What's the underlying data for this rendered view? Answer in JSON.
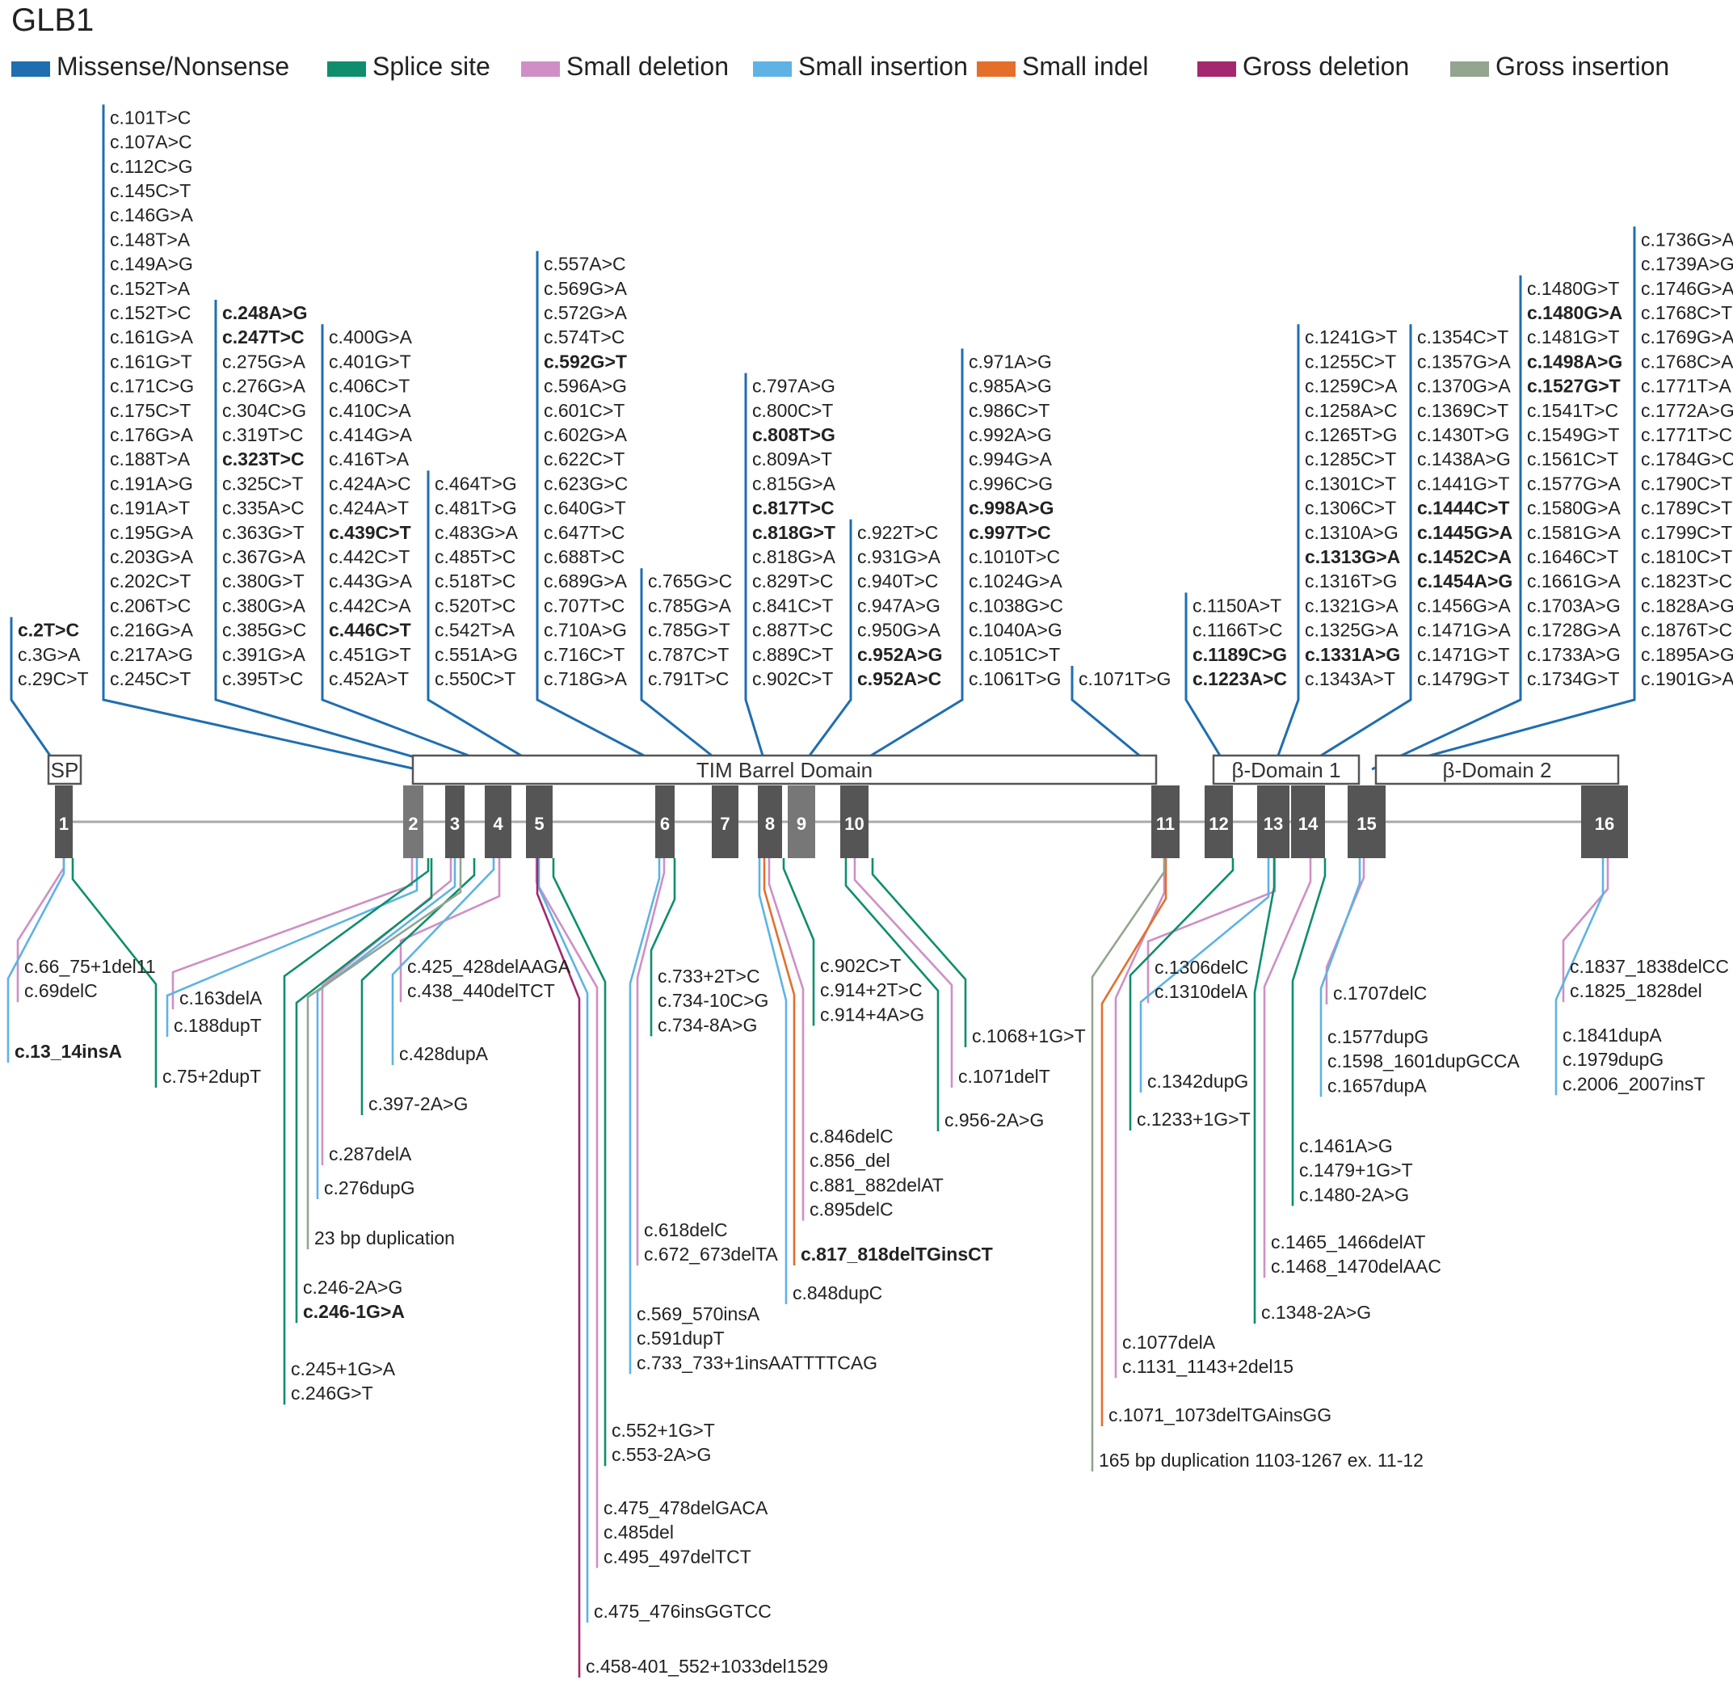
{
  "title": "GLB1",
  "colors": {
    "missense": "#1f6eb0",
    "splice": "#0e8e6c",
    "smalldel": "#cf8fc5",
    "smallins": "#5eb3e4",
    "smallindel": "#e36f2b",
    "grossdel": "#a3286f",
    "grossins": "#93a58f",
    "intron": "#aaaaaa",
    "exon": "#555555",
    "exonLight": "#777777",
    "domainStroke": "#555555"
  },
  "legend": [
    {
      "key": "missense",
      "label": "Missense/Nonsense"
    },
    {
      "key": "splice",
      "label": "Splice site"
    },
    {
      "key": "smalldel",
      "label": "Small deletion"
    },
    {
      "key": "smallins",
      "label": "Small insertion"
    },
    {
      "key": "smallindel",
      "label": "Small indel"
    },
    {
      "key": "grossdel",
      "label": "Gross deletion"
    },
    {
      "key": "grossins",
      "label": "Gross insertion"
    }
  ],
  "domains": [
    {
      "label": "SP"
    },
    {
      "label": "TIM Barrel Domain"
    },
    {
      "label": "β-Domain 1"
    },
    {
      "label": "β-Domain 2"
    }
  ],
  "exons": [
    "1",
    "2",
    "3",
    "4",
    "5",
    "6",
    "7",
    "8",
    "9",
    "10",
    "11",
    "12",
    "13",
    "14",
    "15",
    "16"
  ],
  "above_groups": [
    {
      "variants": [
        {
          "t": "c.2T>C",
          "b": true
        },
        {
          "t": "c.3G>A"
        },
        {
          "t": "c.29C>T"
        }
      ]
    },
    {
      "variants": [
        {
          "t": "c.101T>C"
        },
        {
          "t": "c.107A>C"
        },
        {
          "t": "c.112C>G"
        },
        {
          "t": "c.145C>T"
        },
        {
          "t": "c.146G>A"
        },
        {
          "t": "c.148T>A"
        },
        {
          "t": "c.149A>G"
        },
        {
          "t": "c.152T>A"
        },
        {
          "t": "c.152T>C"
        },
        {
          "t": "c.161G>A"
        },
        {
          "t": "c.161G>T"
        },
        {
          "t": "c.171C>G"
        },
        {
          "t": "c.175C>T"
        },
        {
          "t": "c.176G>A"
        },
        {
          "t": "c.188T>A"
        },
        {
          "t": "c.191A>G"
        },
        {
          "t": "c.191A>T"
        },
        {
          "t": "c.195G>A"
        },
        {
          "t": "c.203G>A"
        },
        {
          "t": "c.202C>T"
        },
        {
          "t": "c.206T>C"
        },
        {
          "t": "c.216G>A"
        },
        {
          "t": "c.217A>G"
        },
        {
          "t": "c.245C>T"
        }
      ]
    },
    {
      "variants": [
        {
          "t": "c.248A>G",
          "b": true
        },
        {
          "t": "c.247T>C",
          "b": true
        },
        {
          "t": "c.275G>A"
        },
        {
          "t": "c.276G>A"
        },
        {
          "t": "c.304C>G"
        },
        {
          "t": "c.319T>C"
        },
        {
          "t": "c.323T>C",
          "b": true
        },
        {
          "t": "c.325C>T"
        },
        {
          "t": "c.335A>C"
        },
        {
          "t": "c.363G>T"
        },
        {
          "t": "c.367G>A"
        },
        {
          "t": "c.380G>T"
        },
        {
          "t": "c.380G>A"
        },
        {
          "t": "c.385G>C"
        },
        {
          "t": "c.391G>A"
        },
        {
          "t": "c.395T>C"
        }
      ]
    },
    {
      "variants": [
        {
          "t": "c.400G>A"
        },
        {
          "t": "c.401G>T"
        },
        {
          "t": "c.406C>T"
        },
        {
          "t": "c.410C>A"
        },
        {
          "t": "c.414G>A"
        },
        {
          "t": "c.416T>A"
        },
        {
          "t": "c.424A>C"
        },
        {
          "t": "c.424A>T"
        },
        {
          "t": "c.439C>T",
          "b": true
        },
        {
          "t": "c.442C>T"
        },
        {
          "t": "c.443G>A"
        },
        {
          "t": "c.442C>A"
        },
        {
          "t": "c.446C>T",
          "b": true
        },
        {
          "t": "c.451G>T"
        },
        {
          "t": "c.452A>T"
        }
      ]
    },
    {
      "variants": [
        {
          "t": "c.464T>G"
        },
        {
          "t": "c.481T>G"
        },
        {
          "t": "c.483G>A"
        },
        {
          "t": "c.485T>C"
        },
        {
          "t": "c.518T>C"
        },
        {
          "t": "c.520T>C"
        },
        {
          "t": "c.542T>A"
        },
        {
          "t": "c.551A>G"
        },
        {
          "t": "c.550C>T"
        }
      ]
    },
    {
      "variants": [
        {
          "t": "c.557A>C"
        },
        {
          "t": "c.569G>A"
        },
        {
          "t": "c.572G>A"
        },
        {
          "t": "c.574T>C"
        },
        {
          "t": "c.592G>T",
          "b": true
        },
        {
          "t": "c.596A>G"
        },
        {
          "t": "c.601C>T"
        },
        {
          "t": "c.602G>A"
        },
        {
          "t": "c.622C>T"
        },
        {
          "t": "c.623G>C"
        },
        {
          "t": "c.640G>T"
        },
        {
          "t": "c.647T>C"
        },
        {
          "t": "c.688T>C"
        },
        {
          "t": "c.689G>A"
        },
        {
          "t": "c.707T>C"
        },
        {
          "t": "c.710A>G"
        },
        {
          "t": "c.716C>T"
        },
        {
          "t": "c.718G>A"
        }
      ]
    },
    {
      "variants": [
        {
          "t": "c.765G>C"
        },
        {
          "t": "c.785G>A"
        },
        {
          "t": "c.785G>T"
        },
        {
          "t": "c.787C>T"
        },
        {
          "t": "c.791T>C"
        }
      ]
    },
    {
      "variants": [
        {
          "t": "c.797A>G"
        },
        {
          "t": "c.800C>T"
        },
        {
          "t": "c.808T>G",
          "b": true
        },
        {
          "t": "c.809A>T"
        },
        {
          "t": "c.815G>A"
        },
        {
          "t": "c.817T>C",
          "b": true
        },
        {
          "t": "c.818G>T",
          "b": true
        },
        {
          "t": "c.818G>A"
        },
        {
          "t": "c.829T>C"
        },
        {
          "t": "c.841C>T"
        },
        {
          "t": "c.887T>C"
        },
        {
          "t": "c.889C>T"
        },
        {
          "t": "c.902C>T"
        }
      ]
    },
    {
      "variants": [
        {
          "t": "c.922T>C"
        },
        {
          "t": "c.931G>A"
        },
        {
          "t": "c.940T>C"
        },
        {
          "t": "c.947A>G"
        },
        {
          "t": "c.950G>A"
        },
        {
          "t": "c.952A>G",
          "b": true
        },
        {
          "t": "c.952A>C",
          "b": true
        }
      ]
    },
    {
      "variants": [
        {
          "t": "c.971A>G"
        },
        {
          "t": "c.985A>G"
        },
        {
          "t": "c.986C>T"
        },
        {
          "t": "c.992A>G"
        },
        {
          "t": "c.994G>A"
        },
        {
          "t": "c.996C>G"
        },
        {
          "t": "c.998A>G",
          "b": true
        },
        {
          "t": "c.997T>C",
          "b": true
        },
        {
          "t": "c.1010T>C"
        },
        {
          "t": "c.1024G>A"
        },
        {
          "t": "c.1038G>C"
        },
        {
          "t": "c.1040A>G"
        },
        {
          "t": "c.1051C>T"
        },
        {
          "t": "c.1061T>G"
        }
      ]
    },
    {
      "variants": [
        {
          "t": "c.1071T>G"
        }
      ]
    },
    {
      "variants": [
        {
          "t": "c.1150A>T"
        },
        {
          "t": "c.1166T>C"
        },
        {
          "t": "c.1189C>G",
          "b": true
        },
        {
          "t": "c.1223A>C",
          "b": true
        }
      ]
    },
    {
      "variants": [
        {
          "t": "c.1241G>T"
        },
        {
          "t": "c.1255C>T"
        },
        {
          "t": "c.1259C>A"
        },
        {
          "t": "c.1258A>C"
        },
        {
          "t": "c.1265T>G"
        },
        {
          "t": "c.1285C>T"
        },
        {
          "t": "c.1301C>T"
        },
        {
          "t": "c.1306C>T"
        },
        {
          "t": "c.1310A>G"
        },
        {
          "t": "c.1313G>A",
          "b": true
        },
        {
          "t": "c.1316T>G"
        },
        {
          "t": "c.1321G>A"
        },
        {
          "t": "c.1325G>A"
        },
        {
          "t": "c.1331A>G",
          "b": true
        },
        {
          "t": "c.1343A>T"
        }
      ]
    },
    {
      "variants": [
        {
          "t": "c.1354C>T"
        },
        {
          "t": "c.1357G>A"
        },
        {
          "t": "c.1370G>A"
        },
        {
          "t": "c.1369C>T"
        },
        {
          "t": "c.1430T>G"
        },
        {
          "t": "c.1438A>G"
        },
        {
          "t": "c.1441G>T"
        },
        {
          "t": "c.1444C>T",
          "b": true
        },
        {
          "t": "c.1445G>A",
          "b": true
        },
        {
          "t": "c.1452C>A",
          "b": true
        },
        {
          "t": "c.1454A>G",
          "b": true
        },
        {
          "t": "c.1456G>A"
        },
        {
          "t": "c.1471G>A"
        },
        {
          "t": "c.1471G>T"
        },
        {
          "t": "c.1479G>T"
        }
      ]
    },
    {
      "variants": [
        {
          "t": "c.1480G>T"
        },
        {
          "t": "c.1480G>A",
          "b": true
        },
        {
          "t": "c.1481G>T"
        },
        {
          "t": "c.1498A>G",
          "b": true
        },
        {
          "t": "c.1527G>T",
          "b": true
        },
        {
          "t": "c.1541T>C"
        },
        {
          "t": "c.1549G>T"
        },
        {
          "t": "c.1561C>T"
        },
        {
          "t": "c.1577G>A"
        },
        {
          "t": "c.1580G>A"
        },
        {
          "t": "c.1581G>A"
        },
        {
          "t": "c.1646C>T"
        },
        {
          "t": "c.1661G>A"
        },
        {
          "t": "c.1703A>G"
        },
        {
          "t": "c.1728G>A"
        },
        {
          "t": "c.1733A>G"
        },
        {
          "t": "c.1734G>T"
        }
      ]
    },
    {
      "variants": [
        {
          "t": "c.1736G>A"
        },
        {
          "t": "c.1739A>G"
        },
        {
          "t": "c.1746G>A"
        },
        {
          "t": "c.1768C>T"
        },
        {
          "t": "c.1769G>A"
        },
        {
          "t": "c.1768C>A"
        },
        {
          "t": "c.1771T>A"
        },
        {
          "t": "c.1772A>G"
        },
        {
          "t": "c.1771T>C"
        },
        {
          "t": "c.1784G>C"
        },
        {
          "t": "c.1790C>T"
        },
        {
          "t": "c.1789C>T"
        },
        {
          "t": "c.1799C>T"
        },
        {
          "t": "c.1810C>T"
        },
        {
          "t": "c.1823T>C"
        },
        {
          "t": "c.1828A>G"
        },
        {
          "t": "c.1876T>C"
        },
        {
          "t": "c.1895A>G"
        },
        {
          "t": "c.1901G>A"
        }
      ]
    }
  ],
  "below_groups": [
    {
      "c": "smalldel",
      "v": [
        {
          "t": "c.66_75+1del11"
        },
        {
          "t": "c.69delC"
        }
      ]
    },
    {
      "c": "smallins",
      "v": [
        {
          "t": "c.13_14insA",
          "b": true
        }
      ]
    },
    {
      "c": "splice",
      "v": [
        {
          "t": "c.75+2dupT"
        }
      ]
    },
    {
      "c": "smalldel",
      "v": [
        {
          "t": "c.163delA"
        }
      ]
    },
    {
      "c": "smallins",
      "v": [
        {
          "t": "c.188dupT"
        }
      ]
    },
    {
      "c": "smalldel",
      "v": [
        {
          "t": "c.425_428delAAGA"
        },
        {
          "t": "c.438_440delTCT"
        }
      ]
    },
    {
      "c": "smallins",
      "v": [
        {
          "t": "c.428dupA"
        }
      ]
    },
    {
      "c": "splice",
      "v": [
        {
          "t": "c.397-2A>G"
        }
      ]
    },
    {
      "c": "smalldel",
      "v": [
        {
          "t": "c.287delA"
        }
      ]
    },
    {
      "c": "smallins",
      "v": [
        {
          "t": "c.276dupG"
        }
      ]
    },
    {
      "c": "grossins",
      "v": [
        {
          "t": "23 bp  duplication"
        }
      ]
    },
    {
      "c": "splice",
      "v": [
        {
          "t": "c.246-2A>G"
        },
        {
          "t": "c.246-1G>A",
          "b": true
        }
      ]
    },
    {
      "c": "splice",
      "v": [
        {
          "t": "c.245+1G>A"
        },
        {
          "t": "c.246G>T"
        }
      ]
    },
    {
      "c": "splice",
      "v": [
        {
          "t": "c.552+1G>T"
        },
        {
          "t": "c.553-2A>G"
        }
      ]
    },
    {
      "c": "smalldel",
      "v": [
        {
          "t": "c.475_478delGACA"
        },
        {
          "t": "c.485del"
        },
        {
          "t": "c.495_497delTCT"
        }
      ]
    },
    {
      "c": "smallins",
      "v": [
        {
          "t": "c.475_476insGGTCC"
        }
      ]
    },
    {
      "c": "grossdel",
      "v": [
        {
          "t": "c.458-401_552+1033del1529"
        }
      ]
    },
    {
      "c": "splice",
      "v": [
        {
          "t": "c.733+2T>C"
        },
        {
          "t": "c.734-10C>G"
        },
        {
          "t": "c.734-8A>G"
        }
      ]
    },
    {
      "c": "smalldel",
      "v": [
        {
          "t": "c.618delC"
        },
        {
          "t": "c.672_673delTA"
        }
      ]
    },
    {
      "c": "smallins",
      "v": [
        {
          "t": "c.569_570insA"
        },
        {
          "t": "c.591dupT"
        },
        {
          "t": "c.733_733+1insAATTTTCAG"
        }
      ]
    },
    {
      "c": "smalldel",
      "v": [
        {
          "t": "c.846delC"
        },
        {
          "t": "c.856_del"
        },
        {
          "t": "c.881_882delAT"
        },
        {
          "t": "c.895delC"
        }
      ]
    },
    {
      "c": "smallindel",
      "v": [
        {
          "t": "c.817_818delTGinsCT",
          "b": true
        }
      ]
    },
    {
      "c": "smallins",
      "v": [
        {
          "t": "c.848dupC"
        }
      ]
    },
    {
      "c": "splice",
      "v": [
        {
          "t": "c.902C>T"
        },
        {
          "t": "c.914+2T>C"
        },
        {
          "t": "c.914+4A>G"
        }
      ]
    },
    {
      "c": "splice",
      "v": [
        {
          "t": "c.1068+1G>T"
        }
      ]
    },
    {
      "c": "smalldel",
      "v": [
        {
          "t": "c.1071delT"
        }
      ]
    },
    {
      "c": "splice",
      "v": [
        {
          "t": "c.956-2A>G"
        }
      ]
    },
    {
      "c": "smalldel",
      "v": [
        {
          "t": "c.1306delC"
        },
        {
          "t": "c.1310delA"
        }
      ]
    },
    {
      "c": "smallins",
      "v": [
        {
          "t": "c.1342dupG"
        }
      ]
    },
    {
      "c": "splice",
      "v": [
        {
          "t": "c.1233+1G>T"
        }
      ]
    },
    {
      "c": "splice",
      "v": [
        {
          "t": "c.1461A>G"
        },
        {
          "t": "c.1479+1G>T"
        },
        {
          "t": "c.1480-2A>G"
        }
      ]
    },
    {
      "c": "smalldel",
      "v": [
        {
          "t": "c.1465_1466delAT"
        },
        {
          "t": "c.1468_1470delAAC"
        }
      ]
    },
    {
      "c": "splice",
      "v": [
        {
          "t": "c.1348-2A>G"
        }
      ]
    },
    {
      "c": "smalldel",
      "v": [
        {
          "t": "c.1077delA"
        },
        {
          "t": "c.1131_1143+2del15"
        }
      ]
    },
    {
      "c": "smallindel",
      "v": [
        {
          "t": "c.1071_1073delTGAinsGG"
        }
      ]
    },
    {
      "c": "grossins",
      "v": [
        {
          "t": "165 bp duplication 1103-1267 ex. 11-12"
        }
      ]
    },
    {
      "c": "smalldel",
      "v": [
        {
          "t": "c.1707delC"
        }
      ]
    },
    {
      "c": "smallins",
      "v": [
        {
          "t": "c.1577dupG"
        },
        {
          "t": "c.1598_1601dupGCCA"
        },
        {
          "t": "c.1657dupA"
        }
      ]
    },
    {
      "c": "smalldel",
      "v": [
        {
          "t": "c.1837_1838delCC"
        },
        {
          "t": "c.1825_1828del"
        }
      ]
    },
    {
      "c": "smallins",
      "v": [
        {
          "t": "c.1841dupA"
        },
        {
          "t": "c.1979dupG"
        },
        {
          "t": "c.2006_2007insT"
        }
      ]
    }
  ]
}
